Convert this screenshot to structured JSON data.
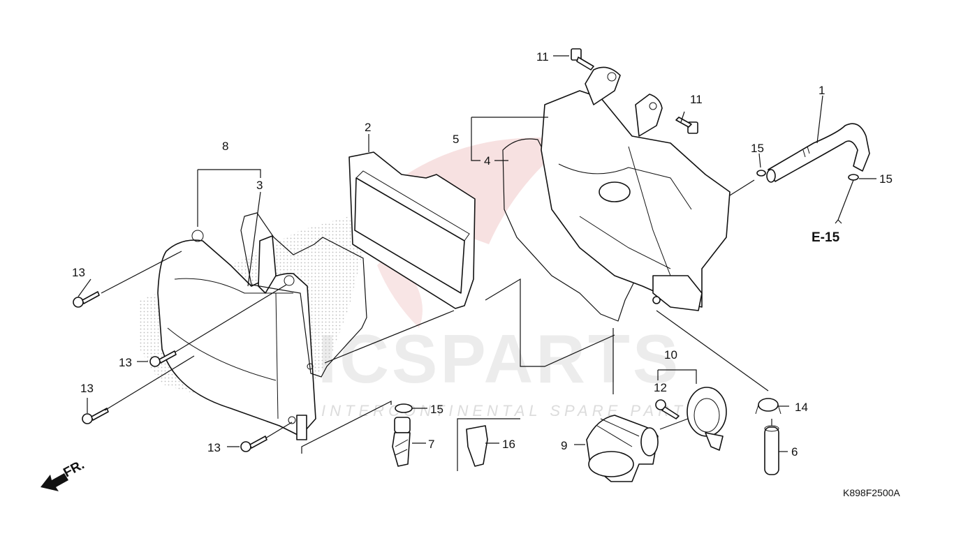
{
  "callouts": {
    "c1": "1",
    "c2": "2",
    "c3": "3",
    "c4": "4",
    "c5": "5",
    "c6": "6",
    "c7": "7",
    "c8": "8",
    "c9": "9",
    "c10": "10",
    "c11a": "11",
    "c11b": "11",
    "c12": "12",
    "c13a": "13",
    "c13b": "13",
    "c13c": "13",
    "c13d": "13",
    "c14": "14",
    "c15a": "15",
    "c15b": "15",
    "c15c": "15",
    "c16": "16"
  },
  "reference": "E-15",
  "front_label": "FR.",
  "diagram_code": "K898F2500A",
  "watermark": {
    "brand": "ICSPARTS",
    "tagline": "INTERCONTINENTAL SPARE PARTS",
    "brand_color": "#e8c3c3",
    "text_color": "#d8d8d8"
  },
  "colors": {
    "line": "#111111",
    "background": "#ffffff"
  }
}
